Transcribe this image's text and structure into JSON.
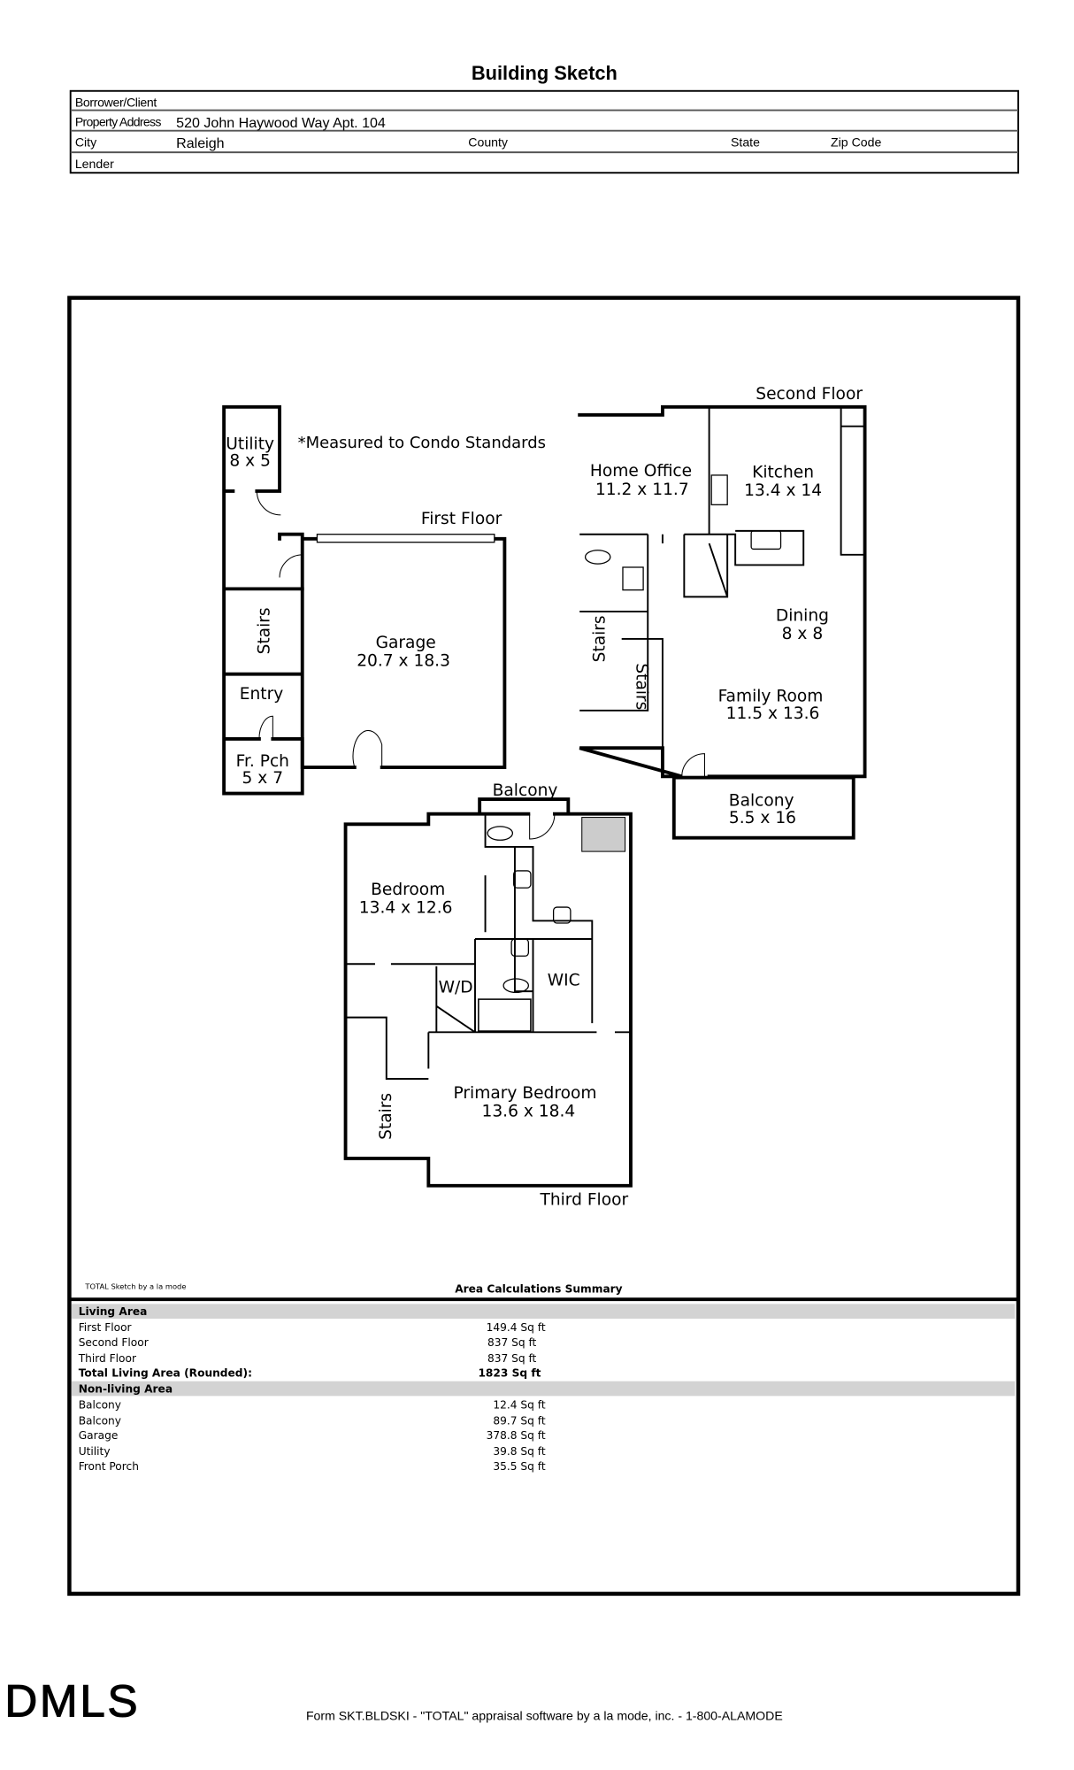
{
  "title": "Building Sketch",
  "header": {
    "borrower_label": "Borrower/Client",
    "borrower_value": "",
    "address_label": "Property Address",
    "address_value": "520 John Haywood Way Apt. 104",
    "city_label": "City",
    "city_value": "Raleigh",
    "county_label": "County",
    "state_label": "State",
    "zip_label": "Zip Code",
    "lender_label": "Lender"
  },
  "sketch": {
    "note": "*Measured to Condo Standards",
    "first_floor": {
      "label": "First Floor",
      "rooms": [
        {
          "name": "Utility",
          "dims": "8 x 5"
        },
        {
          "name": "Stairs"
        },
        {
          "name": "Entry"
        },
        {
          "name": "Fr. Pch",
          "dims": "5 x 7"
        },
        {
          "name": "Garage",
          "dims": "20.7 x 18.3"
        }
      ]
    },
    "second_floor": {
      "label": "Second Floor",
      "rooms": [
        {
          "name": "Home Office",
          "dims": "11.2 x 11.7"
        },
        {
          "name": "Kitchen",
          "dims": "13.4 x 14"
        },
        {
          "name": "Dining",
          "dims": "8 x 8"
        },
        {
          "name": "Family Room",
          "dims": "11.5 x 13.6"
        },
        {
          "name": "Stairs"
        },
        {
          "name": "Stairs"
        },
        {
          "name": "Balcony",
          "dims": "5.5 x 16"
        }
      ]
    },
    "third_floor": {
      "label": "Third Floor",
      "rooms": [
        {
          "name": "Balcony"
        },
        {
          "name": "Bedroom",
          "dims": "13.4 x 12.6"
        },
        {
          "name": "W/D"
        },
        {
          "name": "WIC"
        },
        {
          "name": "Primary Bedroom",
          "dims": "13.6 x 18.4"
        },
        {
          "name": "Stairs"
        }
      ]
    }
  },
  "summary": {
    "credit": "TOTAL Sketch by a la mode",
    "title": "Area Calculations Summary",
    "living_header": "Living Area",
    "living": [
      {
        "label": "First Floor",
        "value": "149.4 Sq ft"
      },
      {
        "label": "Second Floor",
        "value": "837 Sq ft"
      },
      {
        "label": "Third Floor",
        "value": "837 Sq ft"
      }
    ],
    "total_label": "Total Living Area (Rounded):",
    "total_value": "1823 Sq ft",
    "nonliving_header": "Non-living Area",
    "nonliving": [
      {
        "label": "Balcony",
        "value": "12.4 Sq ft"
      },
      {
        "label": "Balcony",
        "value": "89.7 Sq ft"
      },
      {
        "label": "Garage",
        "value": "378.8 Sq ft"
      },
      {
        "label": "Utility",
        "value": "39.8 Sq ft"
      },
      {
        "label": "Front Porch",
        "value": "35.5 Sq ft"
      }
    ]
  },
  "footer": {
    "logo": "DMLS",
    "form_text": "Form SKT.BLDSKI - \"TOTAL\" appraisal software by a la mode, inc. - 1-800-ALAMODE"
  }
}
